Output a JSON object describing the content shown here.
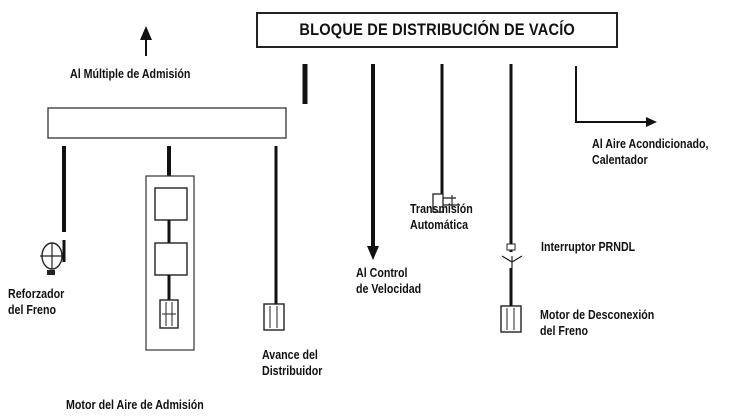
{
  "diagram": {
    "title": "BLOQUE DE DISTRIBUCIÓN DE VACÍO",
    "labels": {
      "intake_manifold": "Al Múltiple de Admisión",
      "ac_heater": [
        "Al Aire Acondicionado,",
        "Calentador"
      ],
      "transmission": [
        "Transmisión",
        "Automática"
      ],
      "prndl_switch": "Interruptor PRNDL",
      "speed_control": [
        "Al Control",
        "de Velocidad"
      ],
      "brake_booster": [
        "Reforzador",
        "del Freno"
      ],
      "distributor_advance": [
        "Avance del",
        "Distribuidor"
      ],
      "brake_disconnect_motor": [
        "Motor de Desconexión",
        "del Freno"
      ],
      "air_intake_motor": "Motor del Aire de Admisión"
    }
  }
}
